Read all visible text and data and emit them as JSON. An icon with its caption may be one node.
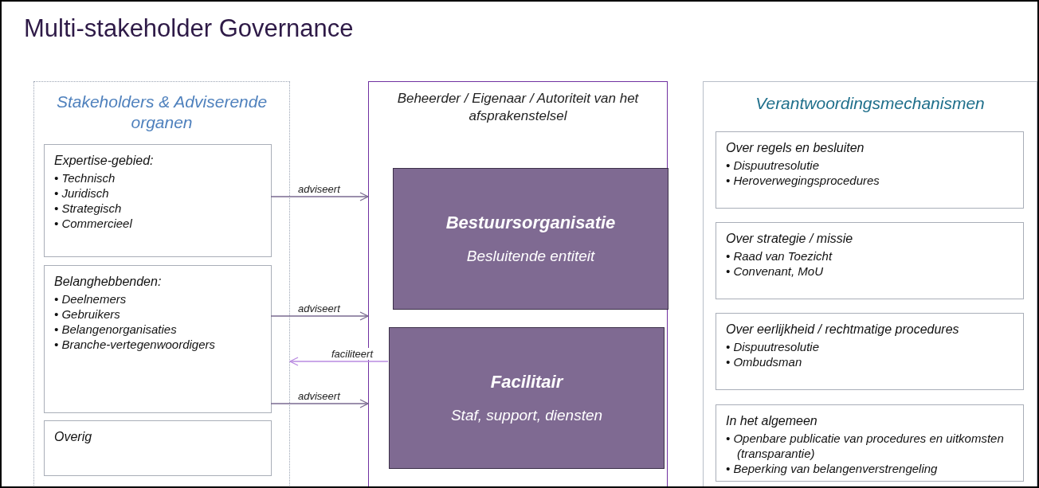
{
  "diagram": {
    "title": "Multi-stakeholder Governance",
    "nodes": [
      {
        "text": [
          "Stakeholders & Adviserende organen"
        ]
      },
      {
        "text": [
          "Expertise-gebied:",
          "• Technisch",
          "• Juridisch",
          "• Strategisch",
          "• Commercieel"
        ],
        "in": 0
      },
      {
        "text": [
          "Belanghebbenden:",
          "• Deelnemers",
          "• Gebruikers",
          "• Belangenorganisaties",
          "• Branche-vertegenwoordigers"
        ],
        "in": 0
      },
      {
        "text": [
          "Overig"
        ],
        "in": 0
      },
      {
        "text": [
          "Beheerder / Eigenaar / Autoriteit van het afsprakenstelsel"
        ]
      },
      {
        "text": [
          "Bestuursorganisatie",
          "Besluitende entiteit"
        ],
        "in": 4
      },
      {
        "text": [
          "Facilitair",
          "Staf, support, diensten"
        ],
        "in": 4
      },
      {
        "text": [
          "Verantwoordingsmechanismen"
        ]
      },
      {
        "text": [
          "Over regels en besluiten",
          "• Dispuutresolutie",
          "• Heroverwegingsprocedures"
        ],
        "in": 7
      },
      {
        "text": [
          "Over strategie / missie",
          "• Raad van Toezicht",
          "• Convenant, MoU"
        ],
        "in": 7
      },
      {
        "text": [
          "Over eerlijkheid / rechtmatige procedures",
          "• Dispuutresolutie",
          "• Ombudsman"
        ],
        "in": 7
      },
      {
        "text": [
          "In het algemeen",
          "• Openbare publicatie van procedures en uitkomsten (transparantie)",
          "• Beperking van belangenverstrengeling"
        ],
        "in": 7
      }
    ],
    "edges": [
      {
        "from": 1,
        "to": 4,
        "label": "adviseert",
        "arrow": "to"
      },
      {
        "from": 2,
        "to": 4,
        "label": "adviseert",
        "arrow": "to"
      },
      {
        "from": 6,
        "to": 0,
        "label": "faciliteert",
        "arrow": "to",
        "color": "#b98ae0"
      },
      {
        "from": 2,
        "to": 4,
        "label": "adviseert",
        "arrow": "to"
      }
    ]
  }
}
